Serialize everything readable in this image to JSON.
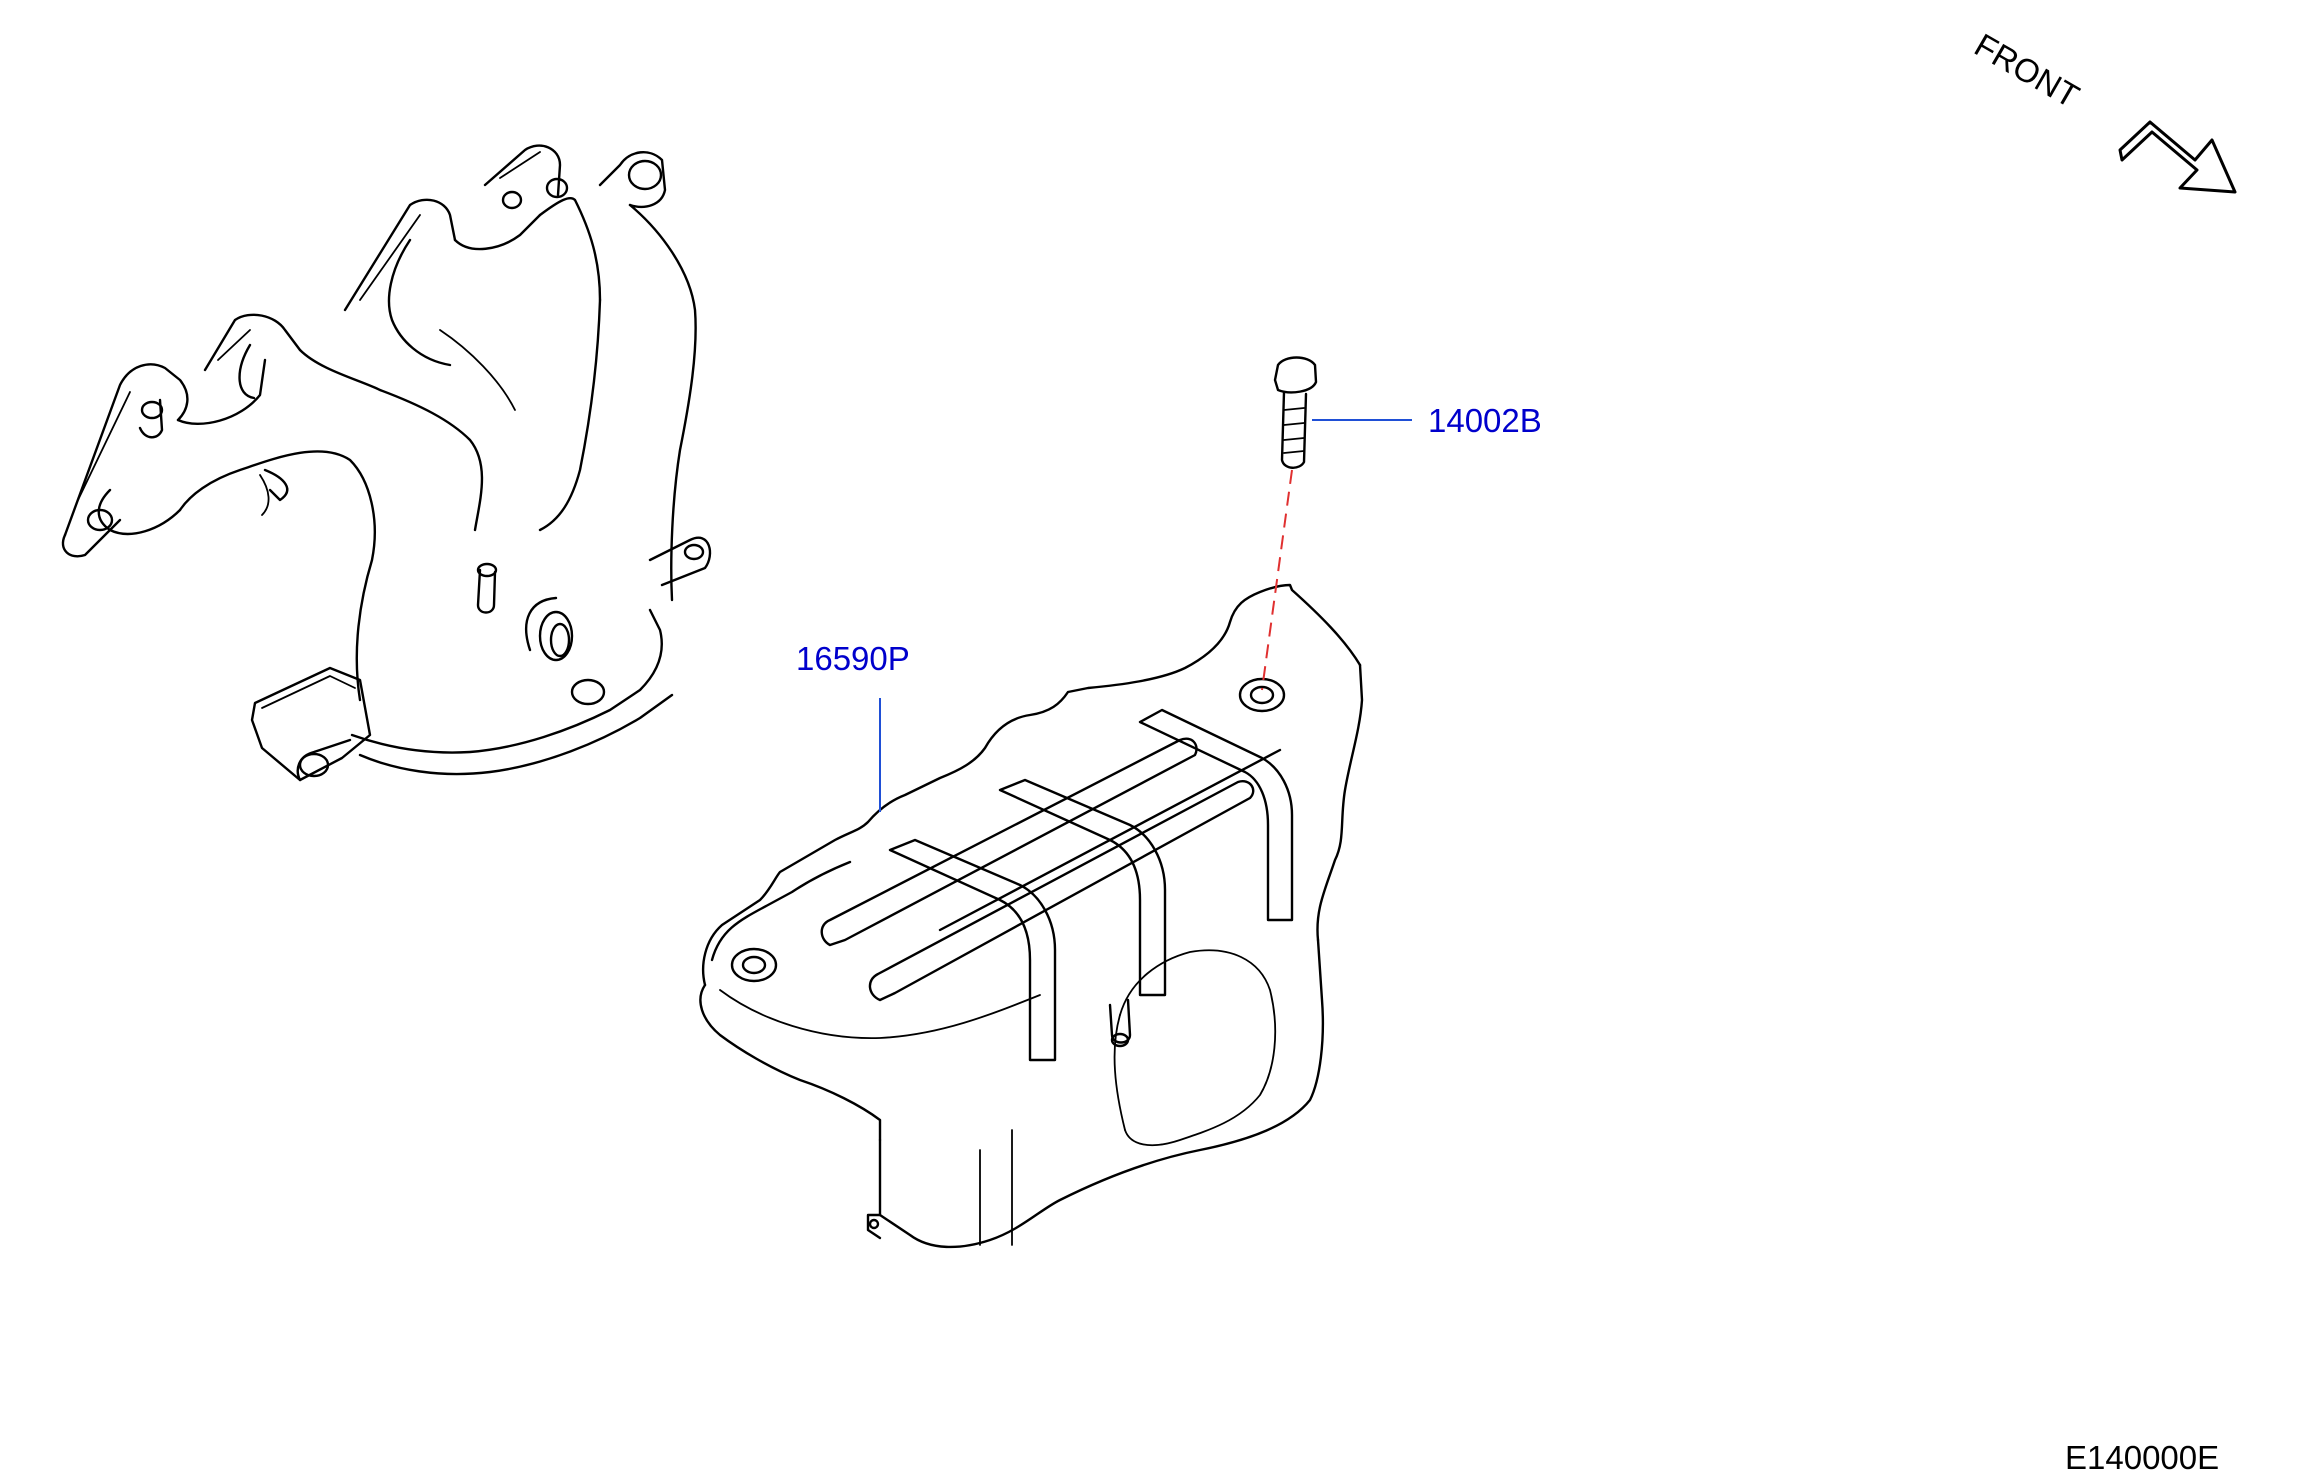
{
  "labels": {
    "bolt_part": "14002B",
    "heat_insulator_part": "16590P",
    "front": "FRONT",
    "diagram_code": "E140000E"
  },
  "colors": {
    "label_text": "#0000cc",
    "leader_line": "#1f4fd6",
    "alignment_line": "#e03030",
    "line_art": "#000000"
  },
  "icons": {
    "front_direction": "arrow-down-right-icon"
  }
}
